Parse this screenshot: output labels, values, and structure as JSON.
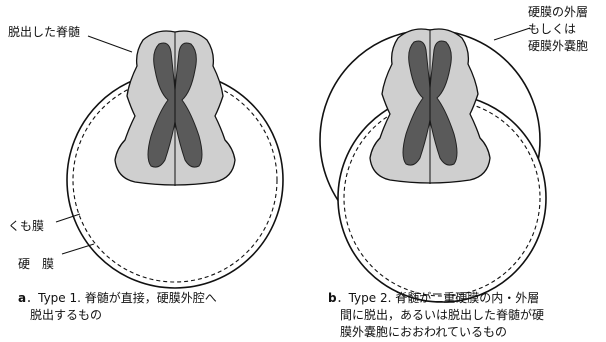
{
  "panel_a": {
    "label_herniated_cord": "脱出した脊髄",
    "label_arachnoid": "くも膜",
    "label_dura": "硬　膜",
    "caption_letter": "a",
    "caption_line1": "．Type 1. 脊髄が直接，硬膜外腔へ",
    "caption_line2": "脱出するもの"
  },
  "panel_b": {
    "label_outer_line1": "硬膜の外層",
    "label_outer_line2": "もしくは",
    "label_outer_line3": "硬膜外嚢胞",
    "caption_letter": "b",
    "caption_line1": "．Type 2. 脊髄が二重硬膜の内・外層",
    "caption_line2": "間に脱出，あるいは脱出した脊髄が硬",
    "caption_line3": "膜外嚢胞におおわれているもの"
  },
  "colors": {
    "gray_matter": "#5a5a5a",
    "white_matter": "#cfcfcf",
    "outline": "#111111"
  }
}
